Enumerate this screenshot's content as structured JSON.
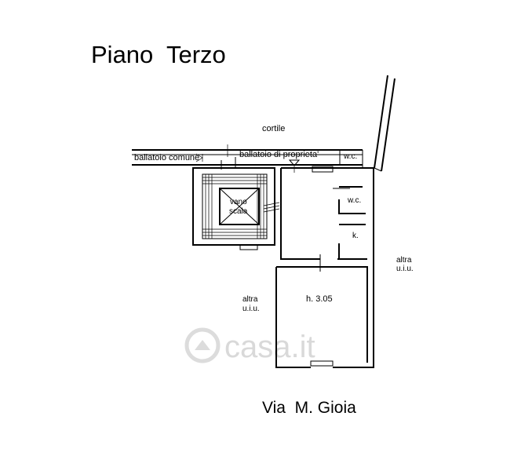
{
  "title": "Piano  Terzo",
  "street": "Via  M. Gioia",
  "labels": {
    "cortile": "cortile",
    "ballatoio_comune": "ballatoio comune",
    "ballatoio_proprieta": "ballatoio di proprieta'",
    "wc_balcony": "w.c.",
    "vano": "vano",
    "scala": "scala",
    "wc_inner": "w.c.",
    "kitchen": "k.",
    "altra_right_1": "altra",
    "altra_right_2": "u.i.u.",
    "altra_left_1": "altra",
    "altra_left_2": "u.i.u.",
    "height": "h. 3.05"
  },
  "watermark": {
    "text": "casa.it"
  }
}
